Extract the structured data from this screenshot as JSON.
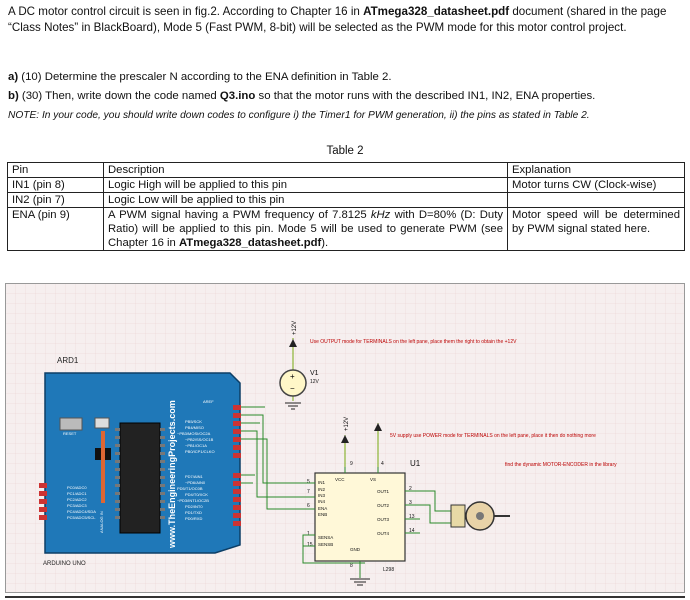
{
  "intro": {
    "p1": "A DC motor control circuit is seen in fig.2. According to Chapter 16 in ",
    "file": "ATmega328_datasheet.pdf",
    "p2": " document (shared in the page “Class Notes” in BlackBoard), Mode 5 (Fast PWM, 8-bit) will be selected as the PWM mode for this motor control project."
  },
  "questions": {
    "a_label": "a)",
    "a_text": " (10) Determine the prescaler N according to the ENA definition in Table 2.",
    "b_label": "b)",
    "b_text1": " (30) Then, write down the code named ",
    "b_file": "Q3.ino",
    "b_text2": " so that the motor runs with the described IN1, IN2, ENA properties.",
    "note": "NOTE: In your code, you should write down codes to configure i) the Timer1 for PWM generation, ii) the pins as stated in Table 2."
  },
  "table": {
    "caption": "Table 2",
    "headers": [
      "Pin",
      "Description",
      "Explanation"
    ],
    "rows": [
      {
        "pin": "IN1 (pin 8)",
        "desc": "Logic High will be applied to this pin",
        "expl": "Motor turns CW (Clock-wise)"
      },
      {
        "pin": "IN2 (pin 7)",
        "desc": "Logic Low  will be applied to this pin",
        "expl": ""
      },
      {
        "pin": "ENA (pin 9)",
        "desc1": "A PWM signal having a PWM frequency of 7.8125 ",
        "desc_khz": "kHz",
        "desc2": " with D=80% (D: Duty Ratio) will be applied to this pin. Mode 5 will be used to generate PWM (see Chapter 16 in ",
        "desc_file": "ATmega328_datasheet.pdf",
        "desc3": ").",
        "expl": "Motor speed will be determined by PWM signal stated here."
      }
    ]
  },
  "circuit": {
    "board_label": "ARD1",
    "website": "www.TheEngineeringProjects.com",
    "board_bottom_label": "ARDUINO UNO",
    "aref": "AREF",
    "analog": "ANALOG IN",
    "reset": "RESET",
    "voltage_top": "+12V",
    "voltage_mid": "+12V",
    "v1_name": "V1",
    "v1_value": "12V",
    "note_top": "Use OUTPUT mode for TERMINALS on the left pane, place them the right to obtain the +12V",
    "note_mid": "5V supply use POWER mode for TERMINALS on the left pane, place it then do nothing more",
    "note_motor": "find the dynamic MOTOR-ENCODER in the library",
    "chip_name": "U1",
    "chip_part": "L298",
    "chip_left_pins": [
      "IN1",
      "IN2",
      "IN3",
      "IN4",
      "ENA",
      "ENB",
      "",
      "SENSA",
      "SENSB"
    ],
    "chip_right_pins": [
      "OUT1",
      "OUT2",
      "OUT3",
      "OUT4"
    ],
    "chip_vcc": "VCC",
    "chip_vs": "VS",
    "chip_gnd": "GND",
    "pin9": "9",
    "pin4": "4",
    "pin8": "8",
    "pin2": "2",
    "pin3": "3",
    "pin13": "13",
    "pin14": "14",
    "pin1": "1",
    "pin15": "15",
    "pin5": "5",
    "pin7": "7",
    "pin6": "6"
  }
}
